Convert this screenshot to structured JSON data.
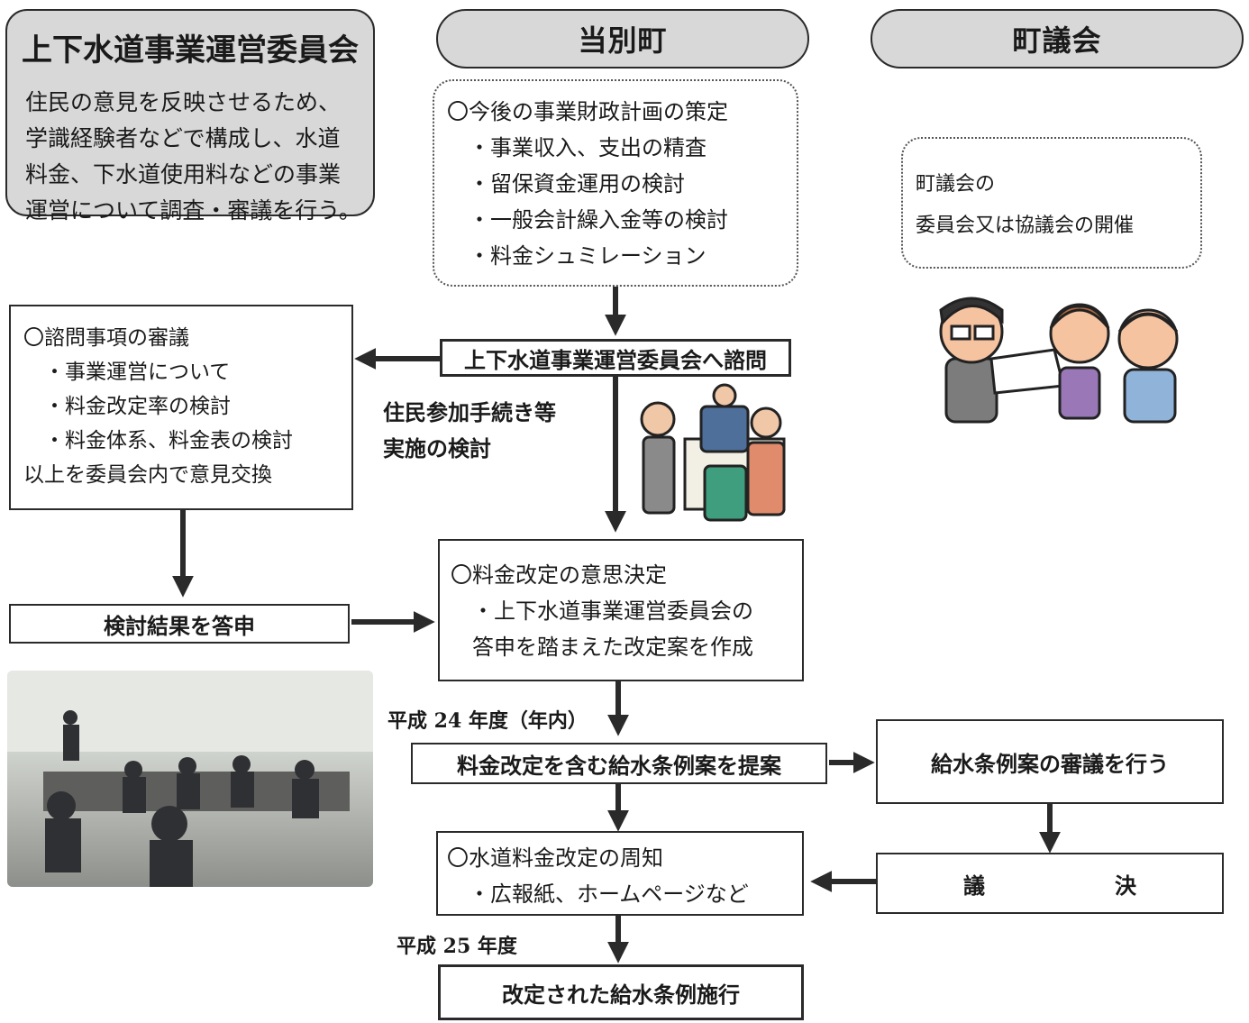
{
  "headers": {
    "committee_title": "上下水道事業運営委員会",
    "town": "当別町",
    "council": "町議会"
  },
  "committee_description": "住民の意見を反映させるため、\n学識経験者などで構成し、水道\n料金、下水道使用料などの事業\n運営について調査・審議を行う。",
  "town_plan": "〇今後の事業財政計画の策定\n　・事業収入、支出の精査\n　・留保資金運用の検討\n　・一般会計繰入金等の検討\n　・料金シュミレーション",
  "council_meeting": "町議会の\n委員会又は協議会の開催",
  "inquiry_label": "上下水道事業運営委員会へ諮問",
  "deliberation": "〇諮問事項の審議\n　・事業運営について\n　・料金改定率の検討\n　・料金体系、料金表の検討\n以上を委員会内で意見交換",
  "participation_note": "住民参加手続き等\n実施の検討",
  "report_label": "検討結果を答申",
  "decision": "〇料金改定の意思決定\n　・上下水道事業運営委員会の\n　答申を踏まえた改定案を作成",
  "fy24_label": "平成 24 年度（年内）",
  "proposal_label": "料金改定を含む給水条例案を提案",
  "ordinance_review_label": "給水条例案の審議を行う",
  "resolution_label": "議　　　　　　決",
  "notice": "〇水道料金改定の周知\n　・広報紙、ホームページなど",
  "fy25_label": "平成 25 年度",
  "enforcement_label": "改定された給水条例施行",
  "colors": {
    "header_fill": "#d8d8d8",
    "border": "#2a2a2a",
    "arrow": "#2a2a2a"
  }
}
